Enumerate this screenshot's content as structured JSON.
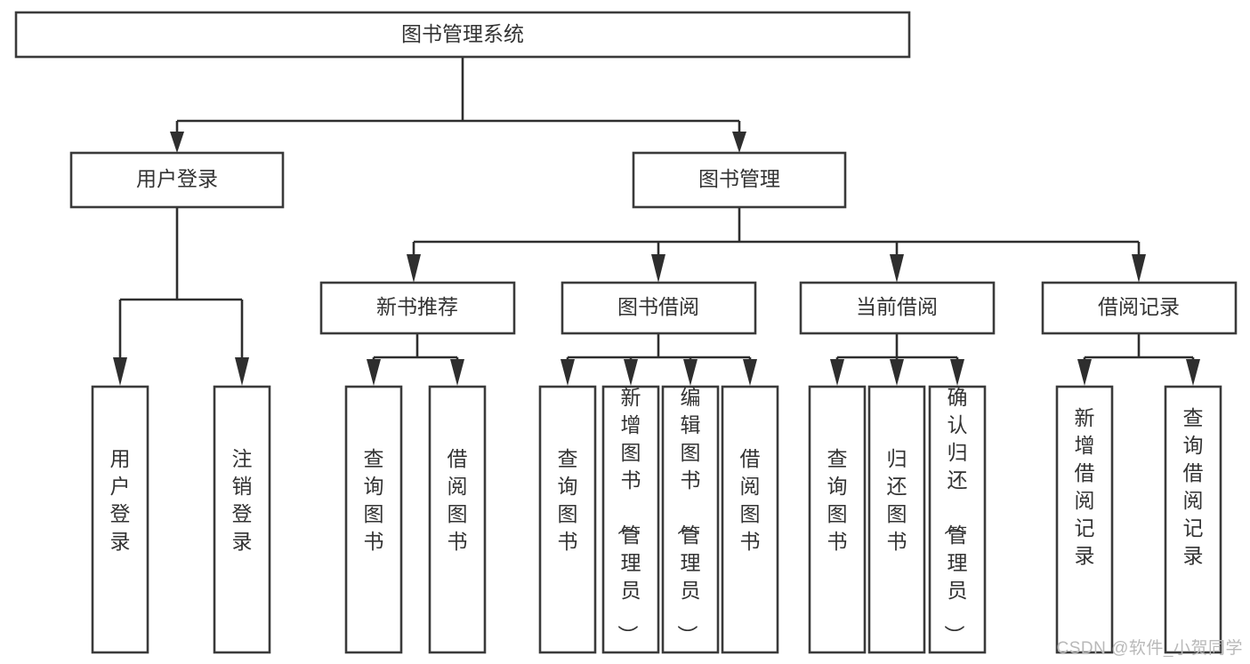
{
  "diagram": {
    "type": "hierarchy-tree",
    "title": "图书管理系统",
    "orientation": "top-down",
    "watermark": "CSDN @软件_小贺同学",
    "colors": {
      "background": "#ffffff",
      "box_stroke": "#3a3a3a",
      "connector": "#2e2e2e",
      "text": "#333333",
      "watermark": "#b9b9b9"
    },
    "levels": [
      {
        "level": 1,
        "nodes": [
          {
            "id": "root",
            "label": "图书管理系统",
            "orientation": "horizontal"
          }
        ]
      },
      {
        "level": 2,
        "nodes": [
          {
            "id": "user-login",
            "label": "用户登录",
            "parent": "root",
            "orientation": "horizontal"
          },
          {
            "id": "book-manage",
            "label": "图书管理",
            "parent": "root",
            "orientation": "horizontal"
          }
        ]
      },
      {
        "level": 3,
        "nodes": [
          {
            "id": "new-book-rec",
            "label": "新书推荐",
            "parent": "book-manage",
            "orientation": "horizontal"
          },
          {
            "id": "book-borrow",
            "label": "图书借阅",
            "parent": "book-manage",
            "orientation": "horizontal"
          },
          {
            "id": "current-borrow",
            "label": "当前借阅",
            "parent": "book-manage",
            "orientation": "horizontal"
          },
          {
            "id": "borrow-record",
            "label": "借阅记录",
            "parent": "book-manage",
            "orientation": "horizontal"
          }
        ]
      },
      {
        "level": 4,
        "nodes": [
          {
            "id": "leaf-1",
            "label": "用户登录",
            "parent": "user-login",
            "orientation": "vertical"
          },
          {
            "id": "leaf-2",
            "label": "注销登录",
            "parent": "user-login",
            "orientation": "vertical"
          },
          {
            "id": "leaf-3",
            "label": "查询图书",
            "parent": "new-book-rec",
            "orientation": "vertical"
          },
          {
            "id": "leaf-4",
            "label": "借阅图书",
            "parent": "new-book-rec",
            "orientation": "vertical"
          },
          {
            "id": "leaf-5",
            "label": "查询图书",
            "parent": "book-borrow",
            "orientation": "vertical"
          },
          {
            "id": "leaf-6",
            "label": "新增图书（管理员）",
            "parent": "book-borrow",
            "orientation": "vertical"
          },
          {
            "id": "leaf-7",
            "label": "编辑图书（管理员）",
            "parent": "book-borrow",
            "orientation": "vertical"
          },
          {
            "id": "leaf-8",
            "label": "借阅图书",
            "parent": "book-borrow",
            "orientation": "vertical"
          },
          {
            "id": "leaf-9",
            "label": "查询图书",
            "parent": "current-borrow",
            "orientation": "vertical"
          },
          {
            "id": "leaf-10",
            "label": "归还图书",
            "parent": "current-borrow",
            "orientation": "vertical"
          },
          {
            "id": "leaf-11",
            "label": "确认归还（管理员）",
            "parent": "current-borrow",
            "orientation": "vertical"
          },
          {
            "id": "leaf-12",
            "label": "新增借阅记录",
            "parent": "borrow-record",
            "orientation": "vertical"
          },
          {
            "id": "leaf-13",
            "label": "查询借阅记录",
            "parent": "borrow-record",
            "orientation": "vertical"
          }
        ]
      }
    ]
  }
}
